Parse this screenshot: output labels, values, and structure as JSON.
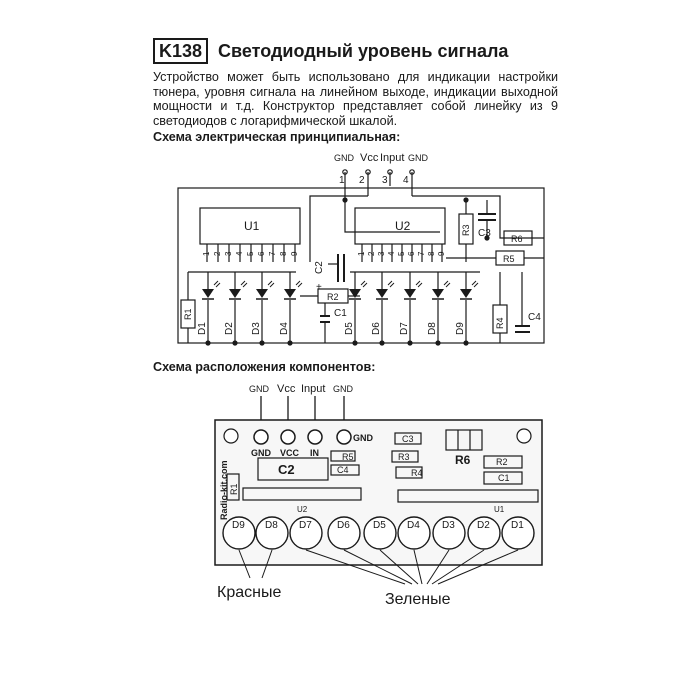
{
  "header": {
    "code": "K138",
    "title": "Светодиодный уровень сигнала"
  },
  "description": "Устройство может быть использовано для индикации настройки тюнера, уровня сигнала на линейном выходе, индикации выходной мощности и т.д. Конструктор представляет собой линейку из 9 светодиодов с логарифмической шкалой.",
  "schematic": {
    "heading": "Схема электрическая принципиальная:",
    "pins": [
      {
        "num": "1",
        "label": "GND"
      },
      {
        "num": "2",
        "label": "Vcc"
      },
      {
        "num": "3",
        "label": "Input"
      },
      {
        "num": "4",
        "label": "GND"
      }
    ],
    "chips": [
      "U1",
      "U2"
    ],
    "chip_pins": [
      "1",
      "2",
      "3",
      "4",
      "5",
      "6",
      "7",
      "8",
      "9"
    ],
    "leds_left": [
      "D1",
      "D2",
      "D3",
      "D4"
    ],
    "leds_right": [
      "D5",
      "D6",
      "D7",
      "D8",
      "D9"
    ],
    "components": [
      "R1",
      "R2",
      "R3",
      "R4",
      "R5",
      "R6",
      "C1",
      "C2",
      "C3",
      "C4"
    ],
    "plus": "+"
  },
  "layout": {
    "heading": "Схема расположения компонентов:",
    "wire_labels": [
      "GND",
      "Vcc",
      "Input",
      "GND"
    ],
    "pads": [
      "GND",
      "VCC",
      "IN",
      "GND"
    ],
    "board_text": "Radio-kit.com",
    "parts": [
      "C2",
      "R5",
      "C4",
      "C3",
      "R3",
      "R4",
      "R6",
      "R2",
      "C1",
      "R1",
      "U2",
      "U1"
    ],
    "leds": [
      "D9",
      "D8",
      "D7",
      "D6",
      "D5",
      "D4",
      "D3",
      "D2",
      "D1"
    ]
  },
  "legend": {
    "red": "Красные",
    "green": "Зеленые"
  }
}
